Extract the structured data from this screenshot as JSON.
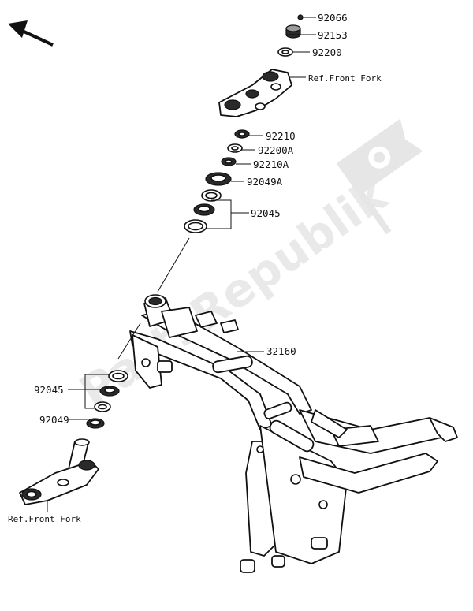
{
  "diagram": {
    "orientation_arrow_icon": "arrow-up-left",
    "watermark": {
      "text": "PartsRepublik",
      "icon": "gear-flag-icon",
      "color": "#e9e9e9"
    },
    "part_labels": {
      "p92066": "92066",
      "p92153": "92153",
      "p92200": "92200",
      "p92210": "92210",
      "p92200A": "92200A",
      "p92210A": "92210A",
      "p92049A": "92049A",
      "p92045_upper": "92045",
      "p32160": "32160",
      "p92045_lower": "92045",
      "p92049": "92049"
    },
    "ref_labels": {
      "top": "Ref.Front Fork",
      "bottom": "Ref.Front Fork"
    }
  }
}
